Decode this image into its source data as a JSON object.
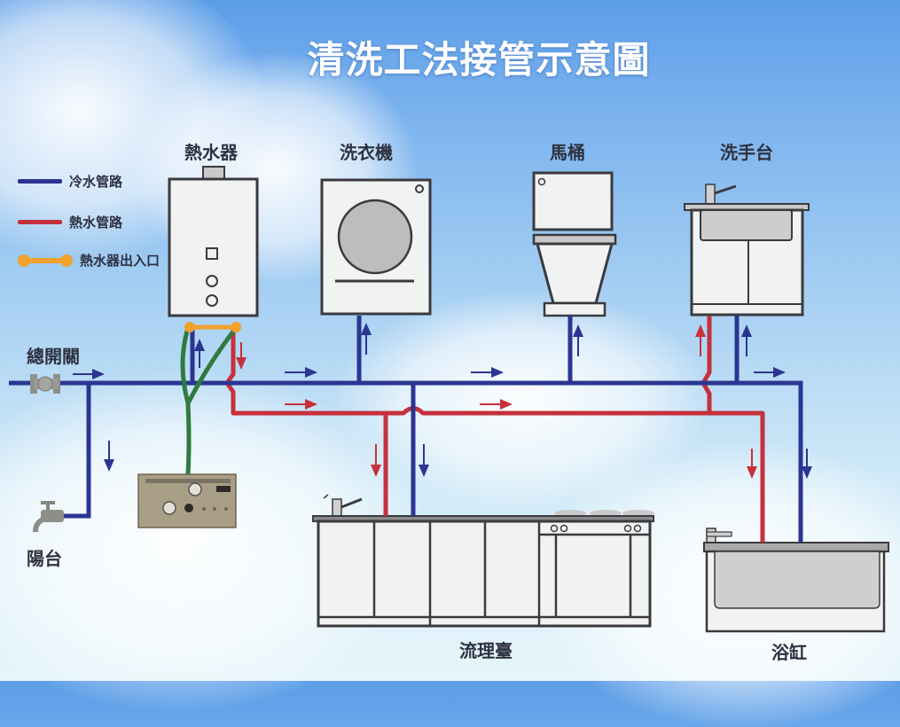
{
  "title": "清洗工法接管示意圖",
  "legend": [
    {
      "label": "冷水管路",
      "type": "cold",
      "color": "#2b3591"
    },
    {
      "label": "熱水管路",
      "type": "hot",
      "color": "#c6303c"
    },
    {
      "label": "熱水器出入口",
      "type": "heater-port",
      "color": "#f2a12b"
    }
  ],
  "labels": {
    "water_heater": "熱水器",
    "washing_machine": "洗衣機",
    "toilet": "馬桶",
    "wash_basin": "洗手台",
    "main_valve": "總開關",
    "balcony": "陽台",
    "kitchen_sink": "流理臺",
    "bathtub": "浴缸"
  },
  "colors": {
    "cold_pipe": "#2b3591",
    "hot_pipe": "#c6303c",
    "heater_port": "#f2a12b",
    "cleaning_hose": "#2f7a3e",
    "fixture_fill": "#f1f2f2",
    "fixture_stroke": "#3a3a3e"
  }
}
